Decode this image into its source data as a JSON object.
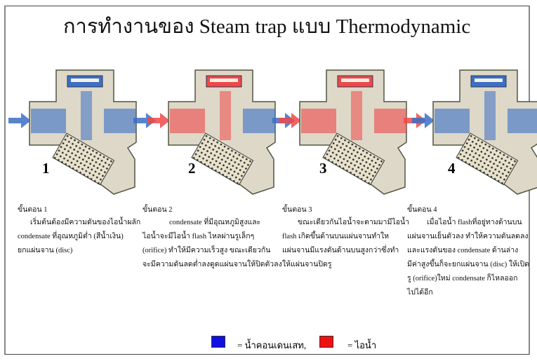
{
  "title": "การทำงานของ Steam trap แบบ Thermodynamic",
  "colors": {
    "condensate": "#1010e0",
    "steam": "#ee1111",
    "water_flow": "#3b6fc4",
    "steam_flow": "#f04848"
  },
  "panels": [
    {
      "number": "1",
      "inlet": "water",
      "chamber": "water",
      "outlet": "water"
    },
    {
      "number": "2",
      "inlet": "steam",
      "chamber": "steam",
      "outlet": "water"
    },
    {
      "number": "3",
      "inlet": "steam",
      "chamber": "steam",
      "outlet": "steam"
    },
    {
      "number": "4",
      "inlet": "water",
      "chamber": "water",
      "outlet": "water"
    }
  ],
  "steps": [
    {
      "heading": "ขั้นตอน 1",
      "lines": [
        "เริ่มต้นต้องมีความดันของไอน้ำผลัก",
        "condensate ที่อุณหภูมิต่ำ (สีน้ำเงิน)",
        "ยกแผ่นจาน (disc)"
      ]
    },
    {
      "heading": "ขั้นตอน 2",
      "lines": [
        "condensate ที่มีอุณหภูมิสูงและ",
        "ไอน้ำจะมีไอน้ำ flash ไหลผ่านรูเล็กๆ",
        "(orifice) ทำให้มีความเร็วสูง ขณะเดียวกัน",
        "จะมีความดันลดต่ำลงดูดแผ่นจานให้ปิดตัวลง"
      ]
    },
    {
      "heading": "ขั้นตอน 3",
      "lines": [
        "ขณะเดียวกันไอน้ำจะตามมามีไอน้ำ",
        "flash เกิดขึ้นด้านบนแผ่นจานทำให",
        "แผ่นจานมีแรงดันด้านบนสูงกว่าซึ่งทำ",
        "ให้แผ่นจานปิดรู"
      ]
    },
    {
      "heading": "ขั้นตอน 4",
      "lines": [
        "เมื่อไอน้ำ flashที่อยู่ทางด้านบน",
        "แผ่นจานเย็นตัวลง ทำให้ความดันลดลง",
        "และแรงดันของ condensate ด้านล่าง",
        "มีค่าสูงขึ้นก็จะยกแผ่นจาน (disc) ให้เปิด",
        "รู (orifice)ใหม่ condensate ก็ไหลออก",
        "ไปได้อีก"
      ]
    }
  ],
  "legend": {
    "condensate_label": "= น้ำคอนเดนเสท,",
    "steam_label": "= ไอน้ำ"
  }
}
